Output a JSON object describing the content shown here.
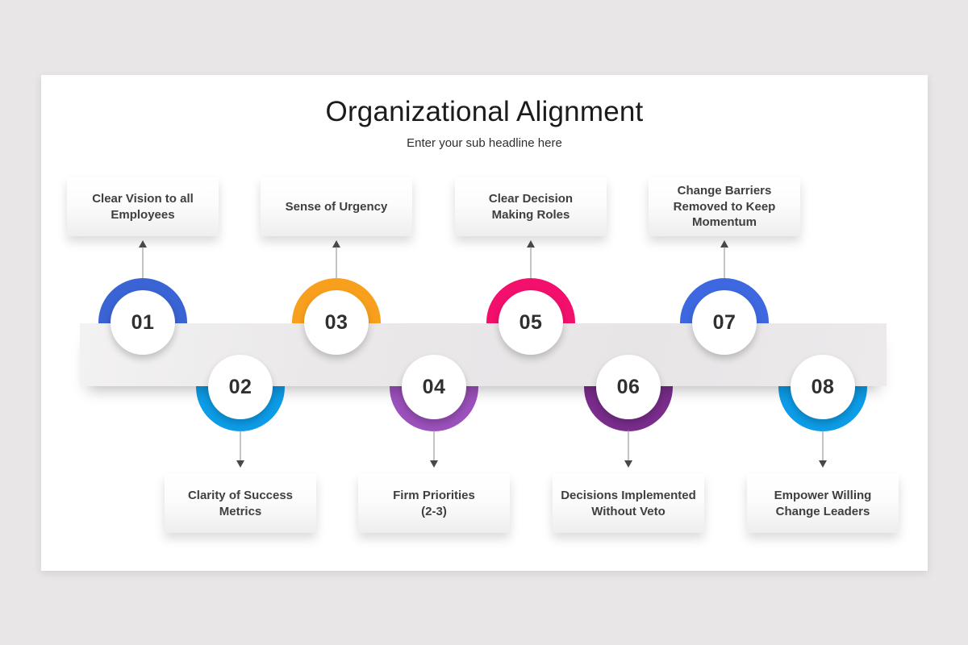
{
  "page": {
    "title": "Organizational Alignment",
    "subtitle": "Enter your sub headline here",
    "background_color": "#e8e6e7",
    "slide_color": "#ffffff",
    "bar_color": "#eae8e9"
  },
  "items": [
    {
      "number": "01",
      "label": "Clear Vision to all\nEmployees",
      "color": "#3a63d3",
      "position": "top"
    },
    {
      "number": "02",
      "label": "Clarity of Success\nMetrics",
      "color": "#0d9de8",
      "position": "bottom"
    },
    {
      "number": "03",
      "label": "Sense of Urgency",
      "color": "#f8a01d",
      "position": "top"
    },
    {
      "number": "04",
      "label": "Firm Priorities\n(2-3)",
      "color": "#9c51bc",
      "position": "bottom"
    },
    {
      "number": "05",
      "label": "Clear Decision\nMaking Roles",
      "color": "#f2106c",
      "position": "top"
    },
    {
      "number": "06",
      "label": "Decisions Implemented\nWithout Veto",
      "color": "#7a2d8c",
      "position": "bottom"
    },
    {
      "number": "07",
      "label": "Change Barriers\nRemoved to Keep\nMomentum",
      "color": "#3d68e0",
      "position": "top"
    },
    {
      "number": "08",
      "label": "Empower Willing\nChange Leaders",
      "color": "#0d9de8",
      "position": "bottom"
    }
  ]
}
